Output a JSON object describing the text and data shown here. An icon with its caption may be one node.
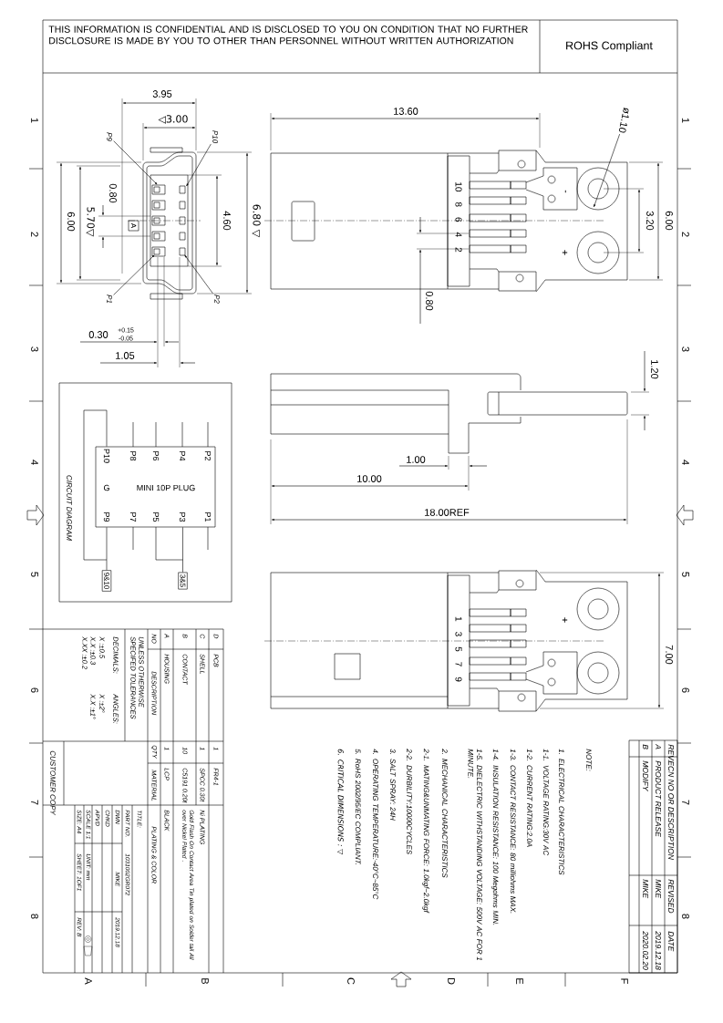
{
  "diagram": {
    "nodes": [
      {
        "text": [
          "P9"
        ]
      },
      {
        "text": [
          "P10"
        ]
      },
      {
        "text": [
          "P1"
        ]
      },
      {
        "text": [
          "P2"
        ]
      },
      {
        "text": [
          "CIRCUIT DIAGRAM"
        ]
      },
      {
        "text": [
          "P10",
          "P8",
          "P6",
          "P4",
          "P2",
          "G",
          "MINI 10P PLUG",
          "P9",
          "P7",
          "P5",
          "P3",
          "P1"
        ],
        "in": 4
      },
      {
        "text": [
          "9&10"
        ],
        "in": 4
      },
      {
        "text": [
          "3&5"
        ],
        "in": 4
      },
      {
        "text": [
          "ø1.10"
        ]
      }
    ],
    "edges": [
      {
        "from": 0,
        "to": null,
        "arrow": "to"
      },
      {
        "from": 1,
        "to": null,
        "arrow": "to"
      },
      {
        "from": 2,
        "to": null,
        "arrow": "to"
      },
      {
        "from": 3,
        "to": null,
        "arrow": "to"
      },
      {
        "from": 5,
        "to": 6,
        "arrow": "none"
      },
      {
        "from": 5,
        "to": 7,
        "arrow": "none"
      },
      {
        "from": 8,
        "to": null,
        "arrow": "to"
      }
    ],
    "labels": [
      "THIS INFORMATION IS CONFIDENTIAL AND IS DISCLOSED TO YOU ON CONDITION THAT NO FURTHER DISCLOSURE IS MADE BY YOU TO OTHER THAN PERSONNEL WITHOUT WRITTEN AUTHORIZATION",
      "ROHS Compliant",
      "1",
      "2",
      "3",
      "4",
      "5",
      "6",
      "7",
      "8",
      "1",
      "2",
      "3",
      "4",
      "5",
      "6",
      "7",
      "8",
      "A",
      "B",
      "C",
      "D",
      "E",
      "F",
      "3.95",
      "◁3.00",
      "A",
      "6.00",
      "5.70▽",
      "0.80",
      "4.60",
      "6.80 ▽",
      "0.30",
      "+0.15",
      "-0.05",
      "1.05",
      "13.60",
      "10 8 6 4 2",
      "-",
      "3.20",
      "6.00",
      "+",
      "0.80",
      "1.20",
      "1.00",
      "10.00",
      "18.00REF",
      "1 3 5 7 9",
      "+",
      "7.00",
      "REV.",
      "ECN NO OR DESCRIPTION",
      "REVISED",
      "DATE",
      "A",
      "PRODUCT RELEASE",
      "MIKE",
      "2019.12.18",
      "B",
      "MODIFY",
      "MIKE",
      "2020.02.20",
      "NOTE:",
      "1. ELECTRICAL CHARACTERISTICS",
      "1-1. VOLTAGE RATING:30V AC",
      "1-2. CURRENT RATING:2.0A",
      "1-3. CONTACT RESISTANCE: 80 milliohms MAX.",
      "1-4. INSULATION RESISTANCE: 100 Megohms MIN.",
      "1-5. DIELECTRIC WITHSTANDING VOLTAGE: 500V AC FOR 1 MINUTE.",
      "2. MECHANICAL CHARACTERISTICS",
      "2-1. MATING&UNMATING FORCE: 1.0kgf~2.0kgf",
      "2-2. DURBILITY:10000CYCLES",
      "3. SALT SPRAY: 24H",
      "4. OPERATING TEMPERATURE:-40°C~85°C",
      "5. RoHS 2002/95/EC COMPLIANT.",
      "6. CRITICAL DIMENSIONS : ▽",
      "D",
      "PCB",
      "1",
      "FR4-1",
      "C",
      "SHELL",
      "1",
      "SPCC 0.30t",
      "Ni PLATING",
      "B",
      "CONTACT",
      "10",
      "C5191 0.20t",
      "Gold Flash On Contact Area Tin plated on Solder tail All over Nickel Plated .",
      "A",
      "HOUSING",
      "1",
      "LCP",
      "BLACK",
      "NO",
      "DESCRIPTION",
      "QTY",
      "MATERIAL",
      "PLATING & COLOR",
      "UNLESS OTHERWISE",
      "SPECIFED TOLERANCES",
      "DECIMALS:",
      "ANGLES:",
      "X :±0.5",
      "X :±2°",
      "X.X :±0.3",
      "X.X :±1°",
      "X.XX :±0.2",
      "CUSTOMER COPY",
      "TITLE:",
      "PART NO.",
      "1031002GR072",
      "DWN",
      "MIKE",
      "2019.12.18",
      "CHKD",
      "APVD",
      "SCALE 1:1",
      "UNIT: mm",
      "SIZE: A4",
      "SHEET: 1OF1",
      "REV: B"
    ]
  }
}
